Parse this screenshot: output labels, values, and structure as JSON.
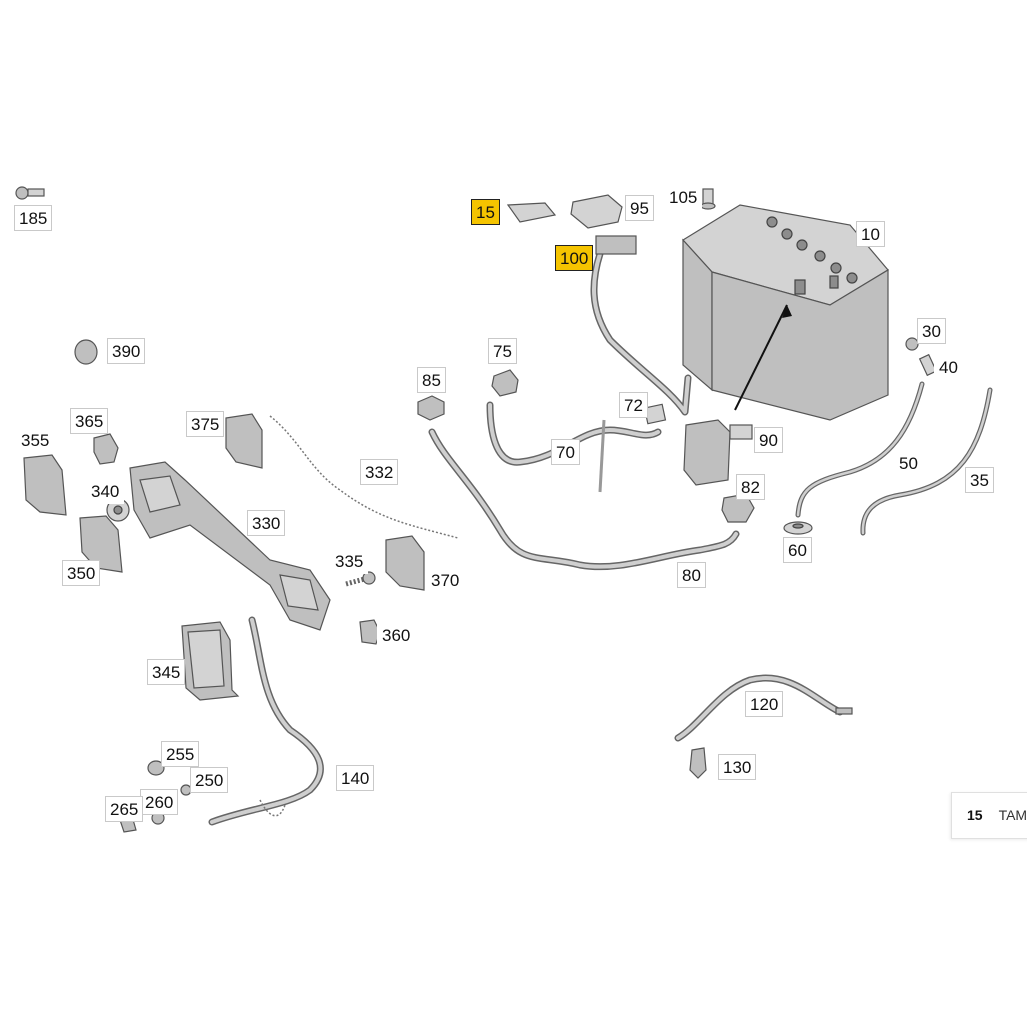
{
  "labels": {
    "p10": "10",
    "p15": "15",
    "p30": "30",
    "p35": "35",
    "p40": "40",
    "p50": "50",
    "p60": "60",
    "p70": "70",
    "p72": "72",
    "p75": "75",
    "p80": "80",
    "p82": "82",
    "p85": "85",
    "p90": "90",
    "p95": "95",
    "p100": "100",
    "p105": "105",
    "p120": "120",
    "p130": "130",
    "p140": "140",
    "p185": "185",
    "p250": "250",
    "p255": "255",
    "p260": "260",
    "p265": "265",
    "p330": "330",
    "p332": "332",
    "p335": "335",
    "p340": "340",
    "p345": "345",
    "p350": "350",
    "p355": "355",
    "p360": "360",
    "p365": "365",
    "p370": "370",
    "p375": "375",
    "p390": "390"
  },
  "legend": {
    "number": "15",
    "name": "TAMPA"
  },
  "colors": {
    "highlight": "#f5c400",
    "part_fill": "#bfbfbf",
    "part_stroke": "#555555"
  }
}
